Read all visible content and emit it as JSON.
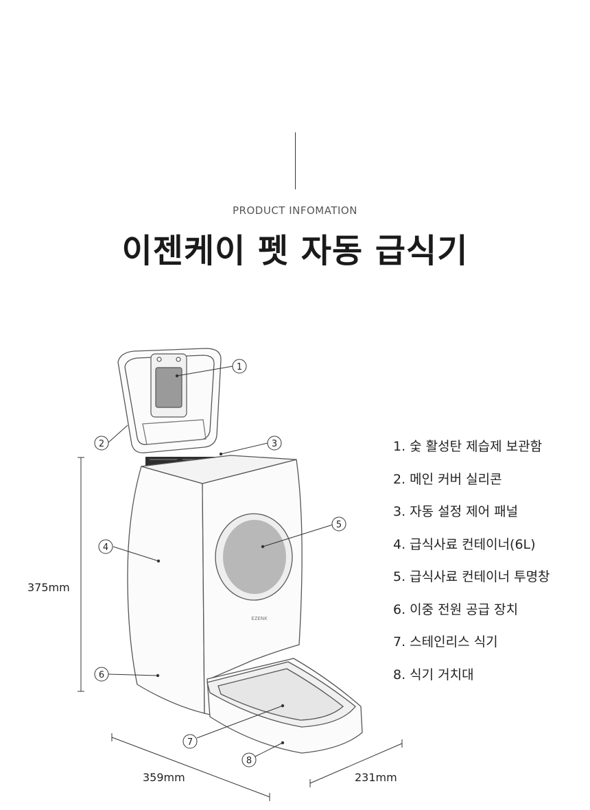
{
  "header": {
    "eyebrow": "PRODUCT INFOMATION",
    "title": "이젠케이 펫 자동 급식기"
  },
  "legend": {
    "items": [
      "1. 숯 활성탄 제습제 보관함",
      "2. 메인 커버 실리콘",
      "3. 자동 설정 제어 패널",
      "4. 급식사료 컨테이너(6L)",
      "5. 급식사료 컨테이너 투명창",
      "6. 이중 전원 공급 장치",
      "7. 스테인리스 식기",
      "8. 식기 거치대"
    ]
  },
  "dimensions": {
    "height": "375mm",
    "width": "359mm",
    "depth": "231mm"
  },
  "callouts": [
    "①",
    "②",
    "③",
    "④",
    "⑤",
    "⑥",
    "⑦",
    "⑧"
  ],
  "product": {
    "brand_mark": "EZENK"
  },
  "colors": {
    "text": "#222222",
    "line": "#333333",
    "window": "#b8b8b8"
  }
}
